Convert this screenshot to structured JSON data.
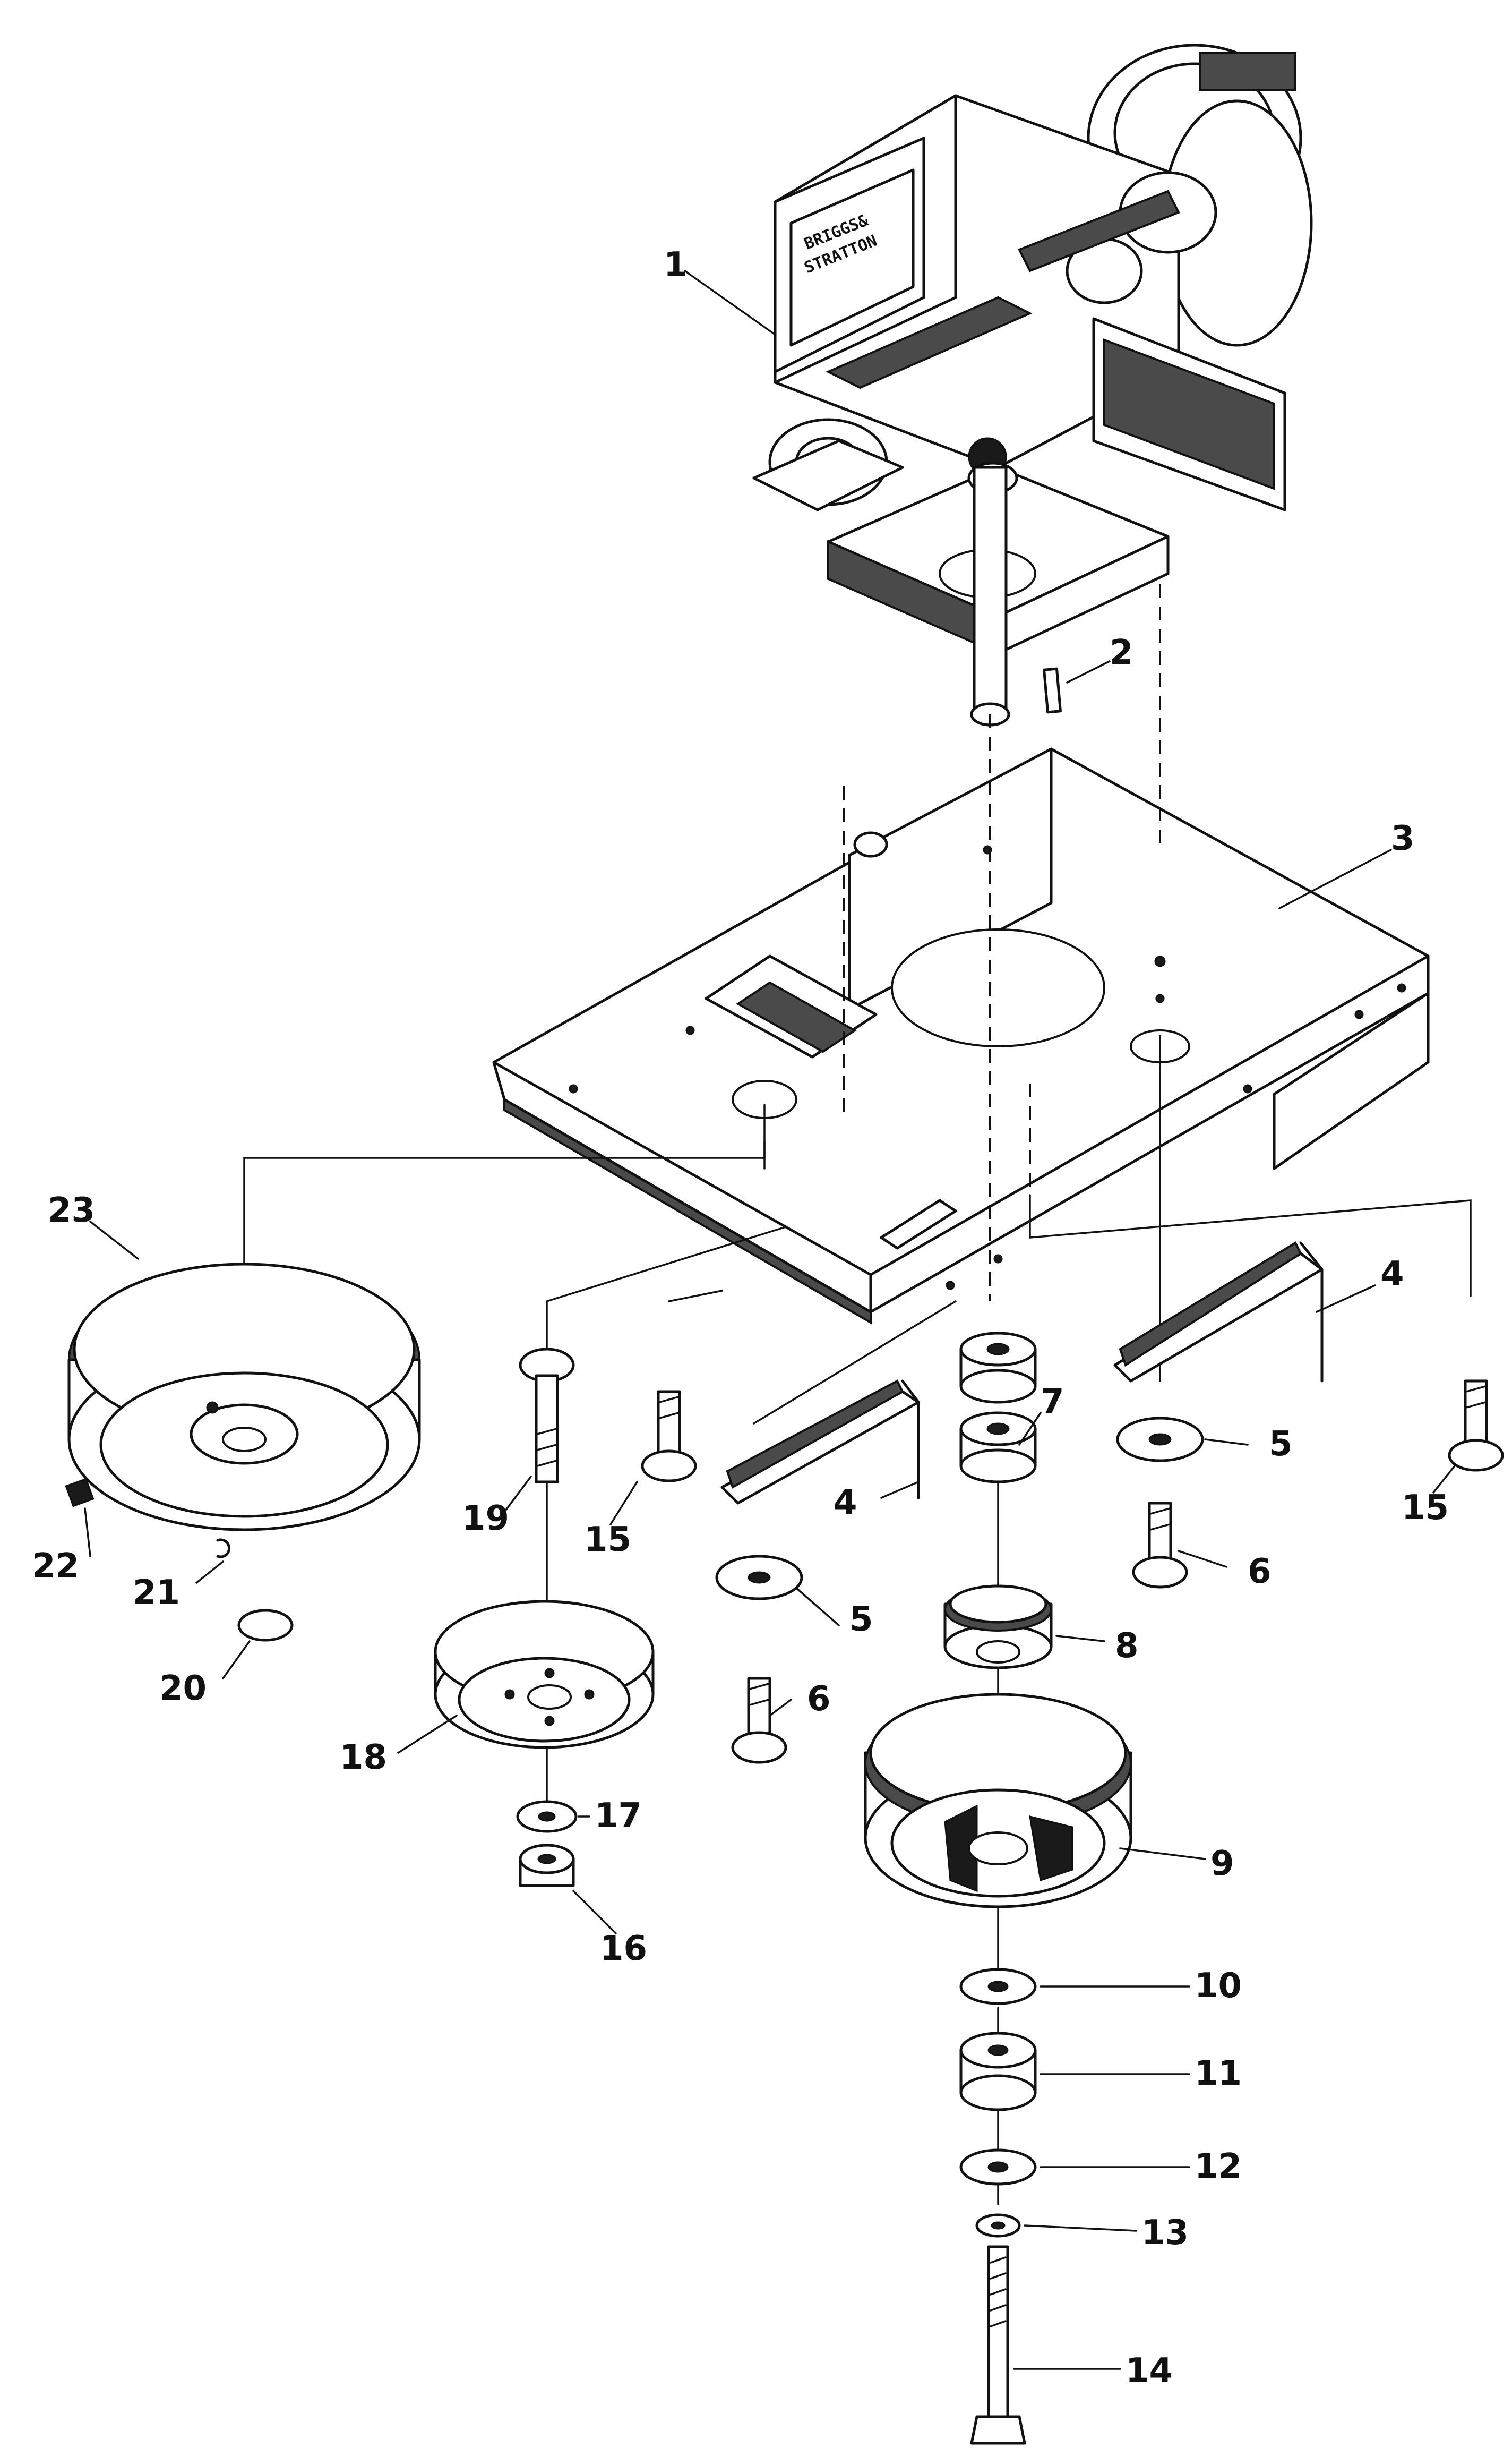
{
  "engine_plate": {
    "line1": "BRIGGS&",
    "line2": "STRATTON"
  },
  "callouts": [
    {
      "id": "1",
      "text": "1"
    },
    {
      "id": "2",
      "text": "2"
    },
    {
      "id": "3",
      "text": "3"
    },
    {
      "id": "4a",
      "text": "4"
    },
    {
      "id": "4b",
      "text": "4"
    },
    {
      "id": "5a",
      "text": "5"
    },
    {
      "id": "5b",
      "text": "5"
    },
    {
      "id": "6a",
      "text": "6"
    },
    {
      "id": "6b",
      "text": "6"
    },
    {
      "id": "7",
      "text": "7"
    },
    {
      "id": "8",
      "text": "8"
    },
    {
      "id": "9",
      "text": "9"
    },
    {
      "id": "10",
      "text": "10"
    },
    {
      "id": "11",
      "text": "11"
    },
    {
      "id": "12",
      "text": "12"
    },
    {
      "id": "13",
      "text": "13"
    },
    {
      "id": "14",
      "text": "14"
    },
    {
      "id": "15a",
      "text": "15"
    },
    {
      "id": "15b",
      "text": "15"
    },
    {
      "id": "16",
      "text": "16"
    },
    {
      "id": "17",
      "text": "17"
    },
    {
      "id": "18",
      "text": "18"
    },
    {
      "id": "19",
      "text": "19"
    },
    {
      "id": "20",
      "text": "20"
    },
    {
      "id": "21",
      "text": "21"
    },
    {
      "id": "22",
      "text": "22"
    },
    {
      "id": "23",
      "text": "23"
    }
  ]
}
